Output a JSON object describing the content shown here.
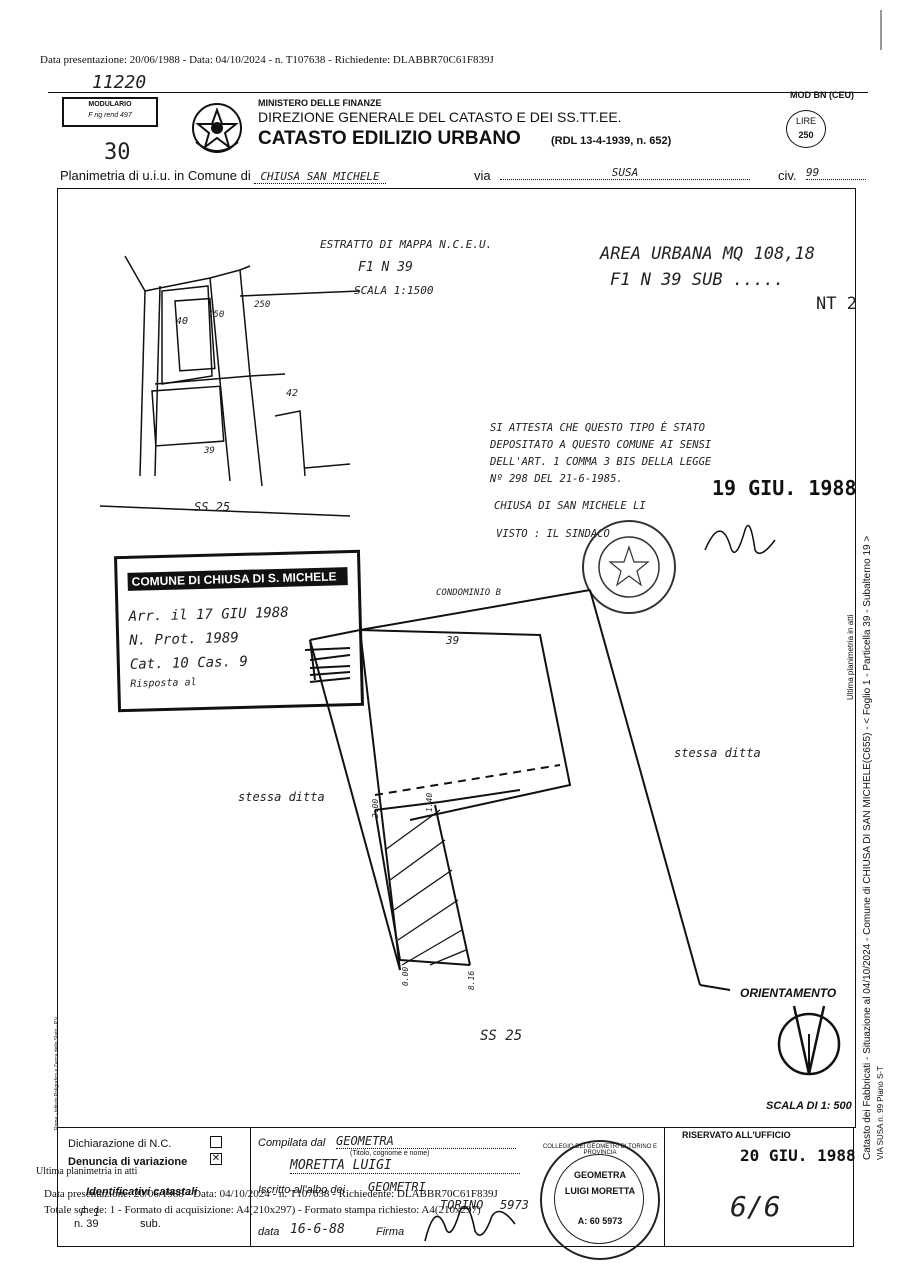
{
  "header_line": "Data presentazione: 20/06/1988 - Data: 04/10/2024 - n. T107638 - Richiedente: DLABBR70C61F839J",
  "page_mark": "11220",
  "form": {
    "modulario_title": "MODULARIO",
    "modulario_sub": "F rig rend 497",
    "sheet_number": "30",
    "ministry": "MINISTERO DELLE FINANZE",
    "direction": "DIREZIONE GENERALE DEL CATASTO E DEI SS.TT.EE.",
    "catasto": "CATASTO EDILIZIO URBANO",
    "law": "(RDL 13-4-1939, n. 652)",
    "mod": "MOD BN (CEU)",
    "lire_label": "LIRE",
    "lire_value": "250",
    "planimetria_label": "Planimetria di u.i.u. in Comune di",
    "comune": "CHIUSA SAN MICHELE",
    "via_label": "via",
    "via": "SUSA",
    "civ_label": "civ.",
    "civ": "99"
  },
  "map": {
    "estratto_line1": "ESTRATTO DI MAPPA N.C.E.U.",
    "estratto_line2": "F1 N 39",
    "estratto_line3": "SCALA 1:1500",
    "parcels": [
      "40",
      "150",
      "250",
      "42",
      "39"
    ],
    "road": "SS 25"
  },
  "area": {
    "line1": "AREA URBANA MQ 108,18",
    "line2": "F1 N 39 SUB .....",
    "floor": "NT 2"
  },
  "attestation": {
    "line1": "SI ATTESTA CHE QUESTO TIPO È STATO",
    "line2": "DEPOSITATO A QUESTO COMUNE AI SENSI",
    "line3": "DELL'ART. 1 COMMA 3 BIS DELLA LEGGE",
    "line4": "Nº 298 DEL 21-6-1985.",
    "place": "CHIUSA DI SAN MICHELE LI",
    "date_stamp": "19 GIU. 1988",
    "visto": "VISTO : IL SINDACO"
  },
  "comune_stamp": {
    "title": "COMUNE DI CHIUSA DI S. MICHELE",
    "arr": "Arr. il 17 GIU 1988",
    "prot": "N. Prot. 1989",
    "cat": "Cat. 10 Cas. 9",
    "risposta": "Risposta al"
  },
  "plan": {
    "condominio": "CONDOMINIO B",
    "lot": "39",
    "stessa_ditta_right": "stessa ditta",
    "stessa_ditta_left": "stessa ditta",
    "dim1": "2.00",
    "dim2": "1.40",
    "dim3": "8.16",
    "dim4": "0.00",
    "road": "SS 25",
    "orientamento": "ORIENTAMENTO",
    "scala": "SCALA DI 1: 500"
  },
  "side_text": "Catasto dei Fabbricati - Situazione al 04/10/2024 - Comune di CHIUSA DI SAN MICHELE(C655) - < Foglio 1 - Particella 39 - Subalterno 19 >",
  "side_text2": "VIA SUSA n. 99 Piano S-T",
  "side_text3": "Ultima planimetria in atti",
  "printer_note": "Roma - Istituto Poligrafico e Zecca dello Stato - P.V.",
  "footer": {
    "dichiarazione": "Dichiarazione di N.C.",
    "denuncia": "Denuncia di variazione",
    "identificativi": "Identificativi catastali",
    "ident_f": "F 1",
    "ident_n": "n. 39",
    "ident_sub": "sub.",
    "compilata_label": "Compilata dal",
    "compilata_value": "GEOMETRA",
    "titolo_hint": "(Titolo, cognome e nome)",
    "nome": "MORETTA   LUIGI",
    "iscritto_label": "Iscritto all'albo dei",
    "iscritto_value": "GEOMETRI",
    "provincia": "TORINO",
    "numero": "5973",
    "data_label": "data",
    "data_value": "16-6-88",
    "firma_label": "Firma",
    "riservato": "RISERVATO ALL'UFFICIO",
    "riservato_date": "20 GIU. 1988",
    "pages": "6/6",
    "geom_stamp_top": "GEOMETRA",
    "geom_stamp_name": "LUIGI MORETTA",
    "geom_stamp_num": "A: 60 5973",
    "geom_stamp_ring": "COLLEGIO DEI GEOMETRI DI TORINO E PROVINCIA"
  },
  "overlay": {
    "ultima": "Ultima planimetria in atti",
    "line_date": "Data presentazione: 20/06/1988 - Data: 04/10/2024 - n. T107638 - Richiedente: DLABBR70C61F839J",
    "line_schede": "Totale schede: 1 - Formato di acquisizione: A4(210x297) - Formato stampa richiesto: A4(210x297)"
  }
}
